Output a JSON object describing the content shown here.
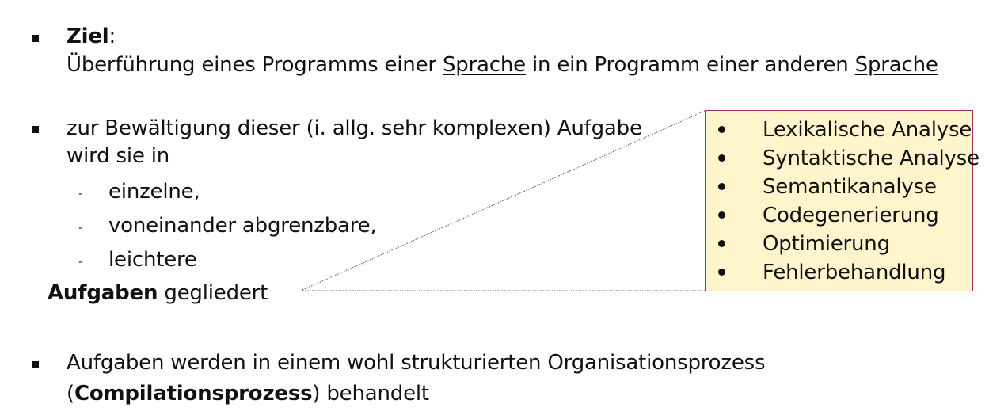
{
  "section1": {
    "title": "Ziel",
    "colon": ":",
    "line_part1": "Überführung eines Programms einer ",
    "link1": "Sprache",
    "line_part2": " in ein Programm einer anderen ",
    "link2": "Sprache"
  },
  "section2": {
    "line1": "zur Bewältigung dieser (i. allg. sehr komplexen) Aufgabe",
    "line2": "wird sie in",
    "sub_marker": "-",
    "sub_items": [
      "einzelne,",
      "voneinander abgrenzbare,",
      "leichtere"
    ],
    "conclusion_bold": "Aufgaben",
    "conclusion_rest": " gegliedert"
  },
  "box": {
    "marker": "•",
    "items": [
      "Lexikalische Analyse",
      "Syntaktische Analyse",
      "Semantikanalyse",
      "Codegenerierung",
      "Optimierung",
      "Fehlerbehandlung"
    ],
    "background": "#fff5cc",
    "border_color": "#a0305a"
  },
  "section3": {
    "line1": "Aufgaben werden in einem wohl strukturierten Organisationsprozess",
    "line2_open": "(",
    "line2_bold": "Compilationsprozess",
    "line2_rest": ") behandelt"
  }
}
